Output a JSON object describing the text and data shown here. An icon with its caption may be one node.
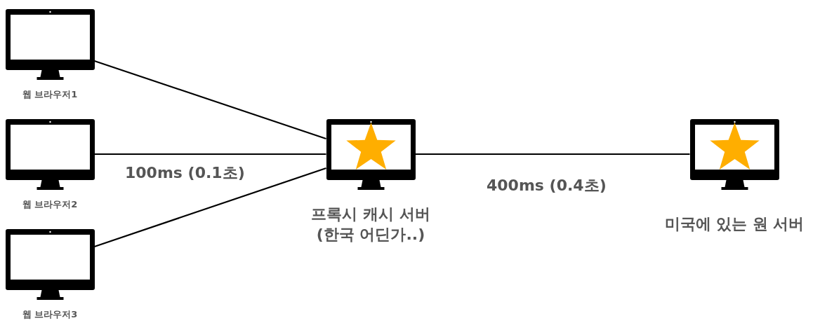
{
  "diagram": {
    "nodes": [
      {
        "text": [
          "웹 브라우저1"
        ]
      },
      {
        "text": [
          "웹 브라우저2"
        ]
      },
      {
        "text": [
          "웹 브라우저3"
        ]
      },
      {
        "text": [
          "프록시 캐시 서버 (한국 어딘가..)"
        ]
      },
      {
        "text": [
          "미국에 있는 원 서버"
        ]
      }
    ],
    "edges": [
      {
        "from": 0,
        "to": 3,
        "arrow": "none"
      },
      {
        "from": 1,
        "to": 3,
        "arrow": "none",
        "label": "100ms (0.1초)"
      },
      {
        "from": 2,
        "to": 3,
        "arrow": "none"
      },
      {
        "from": 3,
        "to": 4,
        "arrow": "none",
        "label": "400ms (0.4초)"
      }
    ]
  }
}
